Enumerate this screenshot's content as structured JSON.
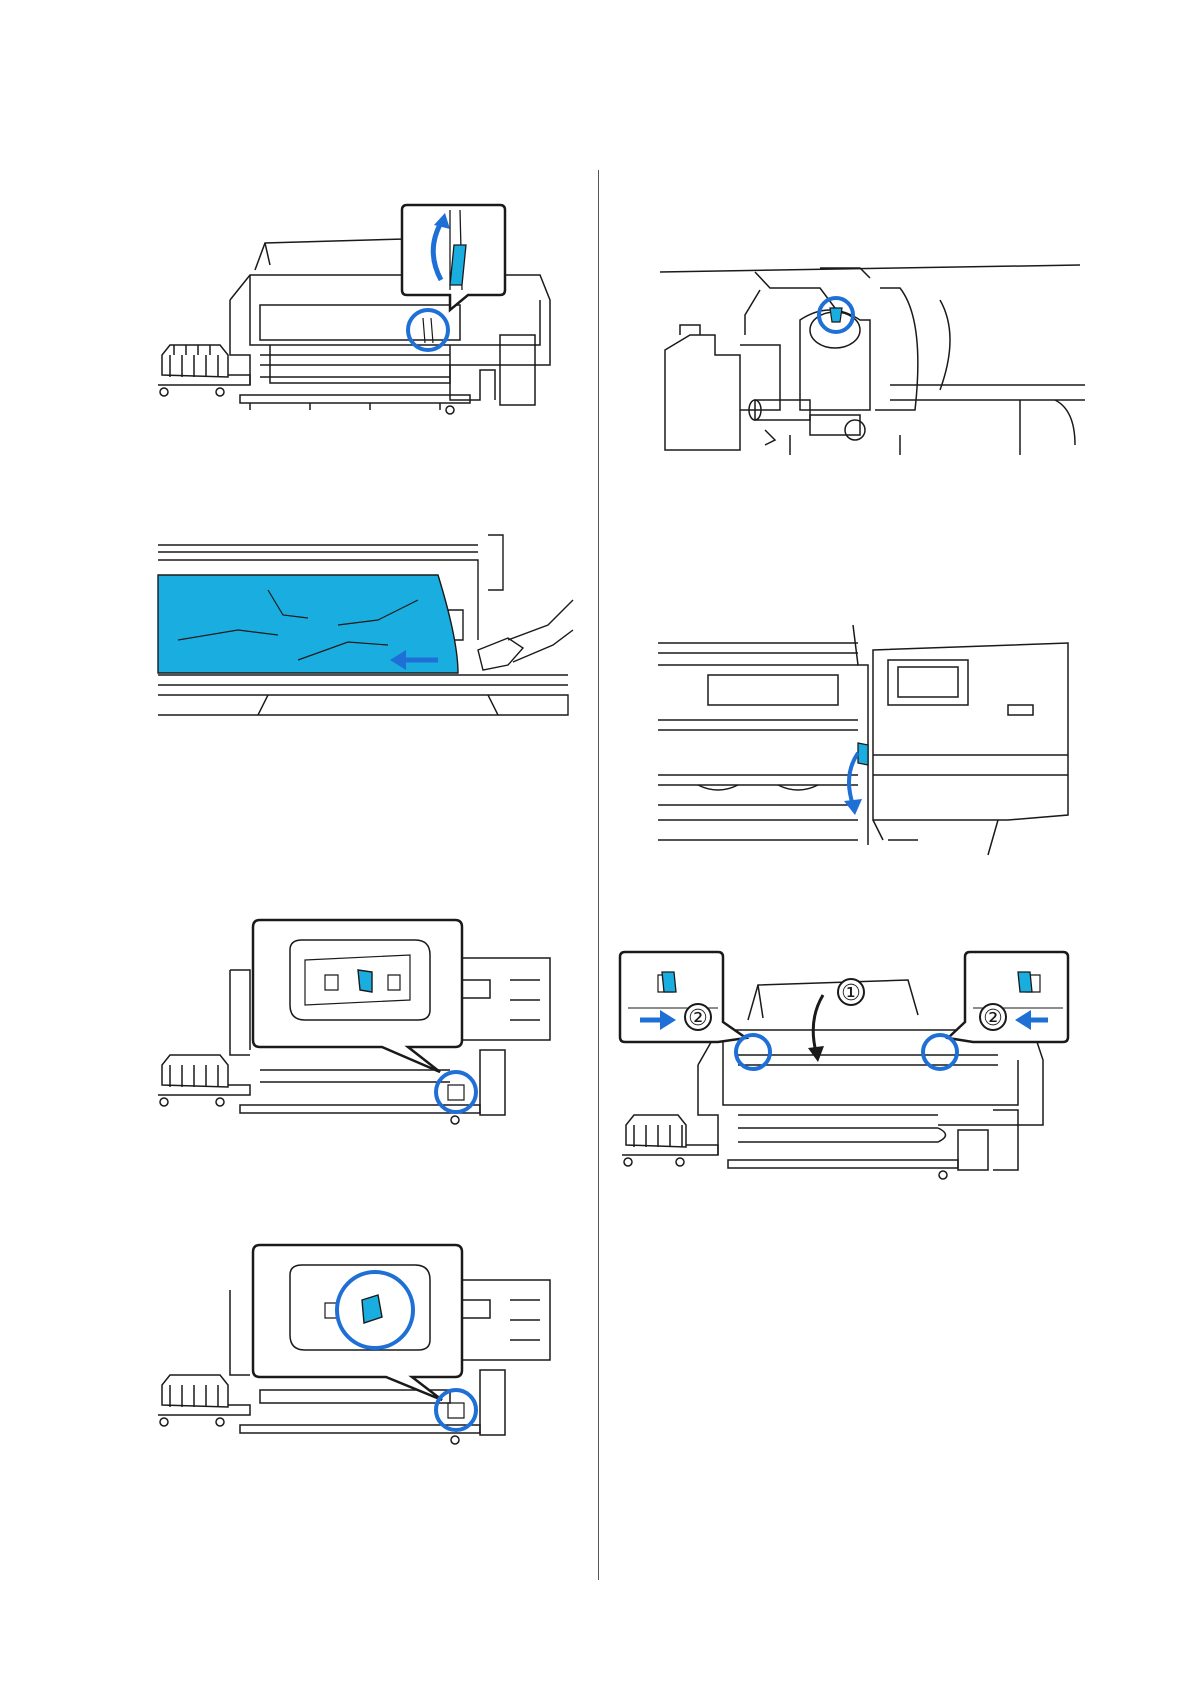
{
  "figures": {
    "close_front_cover": {
      "step_one_label": "①",
      "step_two_left_label": "②",
      "step_two_right_label": "②"
    }
  },
  "colors": {
    "accent": "#1e6fd6",
    "highlight_fill": "#1aaee0",
    "line": "#1a1a1a"
  },
  "icons": [
    "rotate-arrow-icon",
    "push-arrow-icon",
    "cut-arrow-icon",
    "lever-down-arrow-icon",
    "highlight-circle-icon"
  ]
}
